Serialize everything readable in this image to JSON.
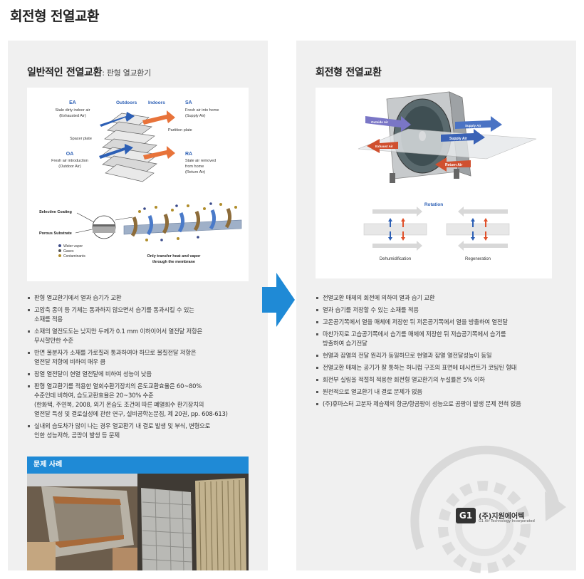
{
  "page": {
    "title": "회전형 전열교환"
  },
  "left": {
    "heading": "일반적인 전열교환",
    "heading_sub": ": 판형 열교환기",
    "diagram": {
      "ea": "EA",
      "ea_desc1": "Stale dirty indoor air",
      "ea_desc2": "(Exhausted Air)",
      "outdoors": "Outdoors",
      "indoors": "Indoors",
      "sa": "SA",
      "sa_desc1": "Fresh air into home",
      "sa_desc2": "(Supply Air)",
      "partition": "Partition plate",
      "spacer": "Spacer plate",
      "oa": "OA",
      "oa_desc1": "Fresh air introduction",
      "oa_desc2": "(Outdoor Air)",
      "ra": "RA",
      "ra_desc1": "Stale air removed",
      "ra_desc2": "from home",
      "ra_desc3": "(Return Air)",
      "selective": "Selective Coating",
      "porous": "Porous Substrate",
      "legend_water": "Water vapor",
      "legend_gases": "Gases",
      "legend_contam": "Contaminants",
      "caption1": "Only transfer heat and vapor",
      "caption2": "through the membrane"
    },
    "bullets": [
      "판형 열교환기에서 열과 습기가 교환",
      "고압축 종이 등 기체는 통과하지 않으면서 습기를 통과시킬 수 있는\n소재를 적용",
      "소재의 열전도도는 낮지만 두께가 0.1 mm 이하이어서 열전달 저항은\n무시할만한 수준",
      "반면 물분자가 소재를 가로질러 통과하여야 하므로 물질전달 저항은\n열전달 저항에 비하여 매우 큼",
      "잠열 열전달이 현열 열전달에 비하여 성능이 낮음",
      "판형 열교환기를 적용한 열회수환기장치의 온도교환효율은 60~80%\n수준인데 비하여, 습도교환효율은 20~30% 수준\n(한화택, 주연복, 2008, 외기 온습도 조건에 따른 폐열회수 환기장치의\n열전달 특성 및 결로실성에 관한 연구, 설비공학논문집, 제 20권, pp. 608-613)",
      "실내외 습도차가 많이 나는 경우 열교환기 내 결로 발생 및 부식, 변형으로\n인한 성능저하, 곰팡이 발생 등 문제"
    ],
    "problem_title": "문제 사례"
  },
  "right": {
    "heading": "회전형 전열교환",
    "diagram": {
      "outside_air": "Outside Air",
      "supply_air_top": "Supply Air",
      "supply_air": "Supply Air",
      "exhaust_air": "Exhaust Air",
      "return_air": "Return Air",
      "rotation": "Rotation",
      "dehumidification": "Dehumidification",
      "regeneration": "Regeneration"
    },
    "bullets": [
      "전열교환 매체의 회전에 의하여 열과 습기 교환",
      "열과 습기를 저장할 수 있는 소재를 적용",
      "고온공기쪽에서 열을 매체에 저장한 뒤 저온공기쪽에서 열을 방출하여 열전달",
      "마찬가지로 고습공기쪽에서 습기를 매체에 저장한 뒤 저습공기쪽에서 습기를\n방출하여 습기전달",
      "현열과 잠열의 전달 원리가 동일하므로 현열과 잠열 열전달성능이 동일",
      "전열교환 매체는 공기가 잘 통하는 허니컴 구조의 표면에 데시컨트가 코팅된 형태",
      "회전부 실링을 적절히 적용한 회전형 열교환기의 누설률은 5% 이하",
      "원천적으로 열교환기 내 결로 문제가 없음",
      "(주)휴마스터 고분자 제습제의 항균/항곰팡이 성능으로 곰팡이 발생 문제 전혀 없음"
    ],
    "logo_mark": "G1",
    "logo_text": "(주)지원에어텍",
    "logo_sub": "G1 Air Technology Incorporated"
  }
}
